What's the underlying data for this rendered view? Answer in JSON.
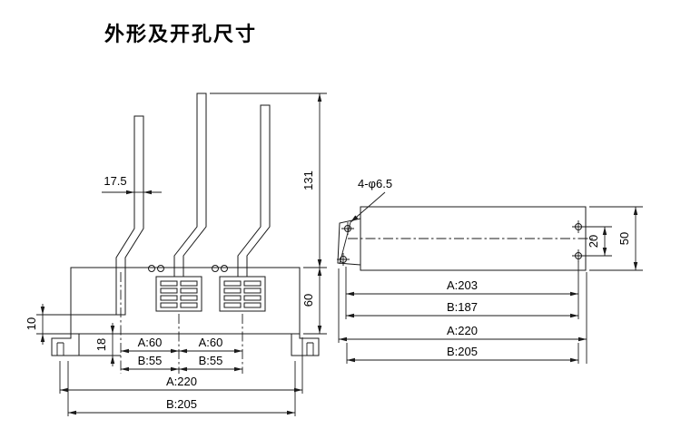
{
  "title": "外形及开孔尺寸",
  "front_view": {
    "dims": {
      "pin_offset": "17.5",
      "pin_height": "131",
      "body_height": "60",
      "foot_hole_offset": "10",
      "base_height": "18",
      "pole_pitch_a": "A:60",
      "pole_pitch_b": "B:55",
      "overall_width_a": "A:220",
      "overall_width_b": "B:205"
    }
  },
  "cutout_view": {
    "hole_callout": "4-φ6.5",
    "dims": {
      "hole_pitch_vertical": "20",
      "height": "50",
      "hole_pitch_a": "A:203",
      "hole_pitch_b": "B:187",
      "overall_width_a": "A:220",
      "overall_width_b": "B:205"
    }
  }
}
